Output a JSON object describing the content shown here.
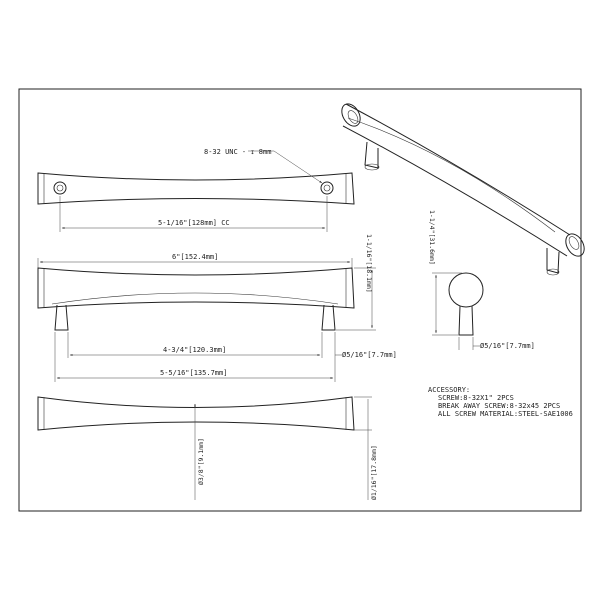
{
  "annotations": {
    "hole_spec": "8-32 UNC - ↧ 8mm",
    "cc_spacing": "5-1/16\"[128mm] CC",
    "overall_length": "6\"[152.4mm]",
    "projection": "1-1/16\"[18.1mm]",
    "post_spacing": "4-3/4\"[120.3mm]",
    "post_dia": "Ø5/16\"[7.7mm]",
    "outer_span": "5-5/16\"[135.7mm]",
    "end_height": "1-1/4\"[31.6mm]",
    "end_post_dia": "Ø5/16\"[7.7mm]",
    "center_dia": "Ø3/8\"[9.1mm]",
    "end_dia": "Ø1/16\"[17.8mm]"
  },
  "accessory": {
    "title": "ACCESSORY:",
    "line1": "SCREW:8-32X1\" 2PCS",
    "line2": "BREAK AWAY SCREW:8-32x45 2PCS",
    "line3": "ALL SCREW MATERIAL:STEEL-SAE1006"
  }
}
